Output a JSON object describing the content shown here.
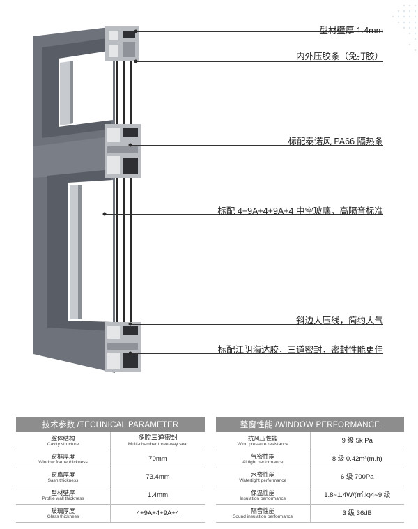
{
  "callouts": [
    {
      "label": "型材壁厚 1.4mm"
    },
    {
      "label": "内外压胶条（免打胶）"
    },
    {
      "label": "标配泰诺风 PA66 隔热条"
    },
    {
      "label": "标配 4+9A+4+9A+4 中空玻璃，高隔音标准"
    },
    {
      "label": "斜边大压线，简约大气"
    },
    {
      "label": "标配江阴海达胶，三道密封，密封性能更佳"
    }
  ],
  "technical": {
    "header": "技术参数 /TECHNICAL PARAMETER",
    "rows": [
      {
        "label_zh": "腔体结构",
        "label_en": "Cavity structure",
        "value": "多腔三道密封",
        "value_en": "Multi-chamber three-way seal"
      },
      {
        "label_zh": "窗框厚度",
        "label_en": "Window frame thickness",
        "value": "70mm",
        "value_en": ""
      },
      {
        "label_zh": "窗扇厚度",
        "label_en": "Sash thickness",
        "value": "73.4mm",
        "value_en": ""
      },
      {
        "label_zh": "型材壁厚",
        "label_en": "Profile wall thickness",
        "value": "1.4mm",
        "value_en": ""
      },
      {
        "label_zh": "玻璃厚度",
        "label_en": "Glass thickness",
        "value": "4+9A+4+9A+4",
        "value_en": ""
      }
    ]
  },
  "performance": {
    "header": "整窗性能 /WINDOW PERFORMANCE",
    "rows": [
      {
        "label_zh": "抗风压性能",
        "label_en": "Wind pressure resistance",
        "value": "9 级 5k Pa"
      },
      {
        "label_zh": "气密性能",
        "label_en": "Airtight performance",
        "value": "8 级 0.42m³(m.h)"
      },
      {
        "label_zh": "水密性能",
        "label_en": "Watertight performance",
        "value": "6 级 700Pa"
      },
      {
        "label_zh": "保温性能",
        "label_en": "Insulation performance",
        "value": "1.8~1.4W/(㎡.k)4~9 级"
      },
      {
        "label_zh": "隔音性能",
        "label_en": "Sound insulation performance",
        "value": "3 级 36dB"
      }
    ]
  },
  "colors": {
    "frame": "#6e737b",
    "frame_dark": "#555a62",
    "table_header": "#8d8d8d",
    "callout_line": "#333333"
  }
}
